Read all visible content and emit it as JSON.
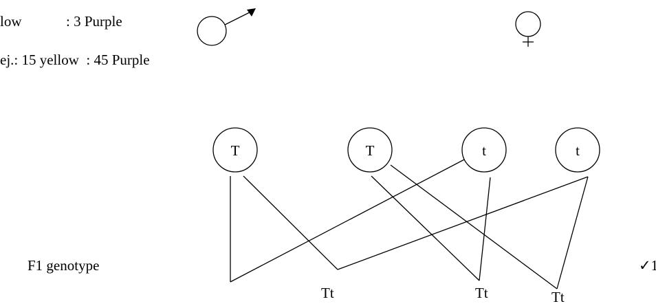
{
  "ratio_lines": {
    "line1_label": "low",
    "line1_ratio": ": 3 Purple",
    "line2_text": "ej.: 15 yellow  : 45 Purple"
  },
  "gametes": [
    "T",
    "T",
    "t",
    "t"
  ],
  "f1_label": "F1 genotype",
  "offspring": [
    "Tt",
    "Tt",
    "Tt"
  ],
  "mark": "✓1",
  "icons": [
    "male-symbol-icon",
    "female-symbol-icon",
    "checkmark-icon"
  ]
}
